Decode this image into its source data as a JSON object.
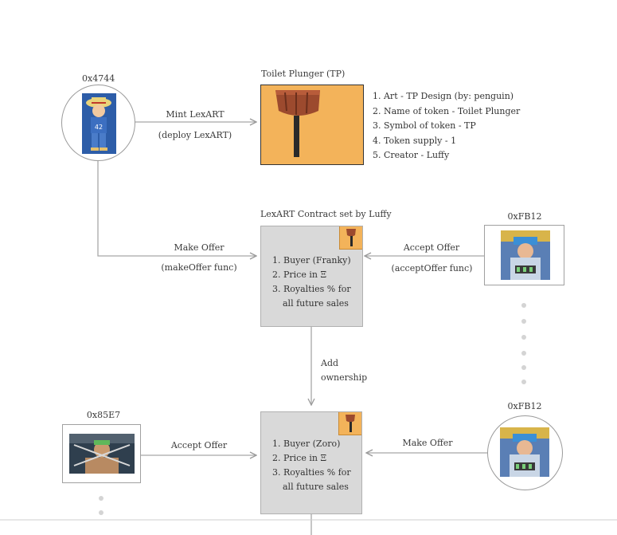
{
  "nodes": {
    "luffy_address": "0x4744",
    "token_title": "Toilet Plunger (TP)",
    "contract_title": "LexART Contract set by Luffy",
    "franky_top_address": "0xFB12",
    "franky_bottom_address": "0xFB12",
    "zoro_address": "0x85E7"
  },
  "token_attributes": [
    "1. Art - TP Design (by: penguin)",
    "2. Name of token - Toilet Plunger",
    "3. Symbol of token - TP",
    "4. Token supply - 1",
    "5. Creator - Luffy"
  ],
  "edges": {
    "mint_label": "Mint LexART",
    "mint_sub": "(deploy LexART)",
    "make_offer_label": "Make Offer",
    "make_offer_sub": "(makeOffer func)",
    "accept_offer_label": "Accept Offer",
    "accept_offer_sub": "(acceptOffer func)",
    "add_ownership_1": "Add",
    "add_ownership_2": "ownership",
    "zoro_accept_label": "Accept Offer",
    "franky_make_offer_label": "Make Offer"
  },
  "contract_top": [
    "1. Buyer (Franky)",
    "2. Price in Ξ",
    "3. Royalties % for",
    "all future sales"
  ],
  "contract_bottom": [
    "1. Buyer (Zoro)",
    "2. Price in Ξ",
    "3. Royalties % for",
    "all future sales"
  ],
  "colors": {
    "token_bg": "#f3b35a",
    "contract_bg": "#d9d9d9",
    "line": "#a8a8a8"
  }
}
